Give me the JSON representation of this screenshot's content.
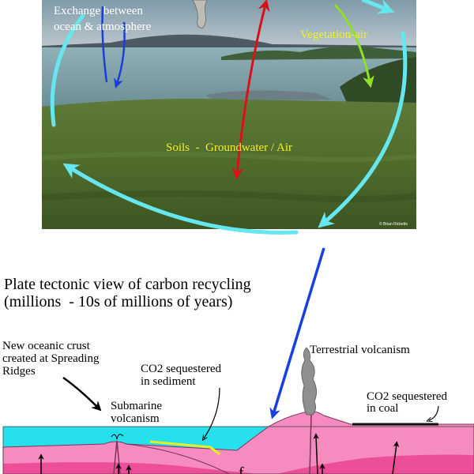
{
  "photo_panel": {
    "labels": {
      "ocean_atmosphere_line1": "Exchange between",
      "ocean_atmosphere_line2": "ocean & atmosphere",
      "vegetation_air": "Vegetation-air",
      "soils": "Soils  -  Groundwater / Air",
      "credit": "© Brian Ricketts"
    },
    "colors": {
      "label_yellow": "#f2ee2a",
      "label_white": "#ffffff",
      "cycle_arrow": "#66e6ee",
      "ocean_arrow": "#1b3fd6",
      "soil_arrow": "#d8121b",
      "vegetation_arrow": "#8ee02a"
    }
  },
  "tectonic_panel": {
    "title_line1": "Plate tectonic view of carbon recycling",
    "title_line2": "(millions  - 10s of millions of years)",
    "labels": {
      "crust_line1": "New oceanic crust",
      "crust_line2": "created at Spreading",
      "crust_line3": "Ridges",
      "co2_sediment_line1": "CO2 sequestered",
      "co2_sediment_line2": "in sediment",
      "submarine_line1": "Submarine",
      "submarine_line2": "volcanism",
      "terrestrial": "Terrestrial volcanism",
      "co2_coal_line1": "CO2 sequestered",
      "co2_coal_line2": "in coal",
      "partial_glyph": "f"
    },
    "colors": {
      "ocean": "#27e0ee",
      "crust": "#f58bbe",
      "mantle": "#ec4f97",
      "sediment_line": "#e7ee22",
      "coal_line": "#111111",
      "big_arrow": "#1840e0"
    }
  }
}
